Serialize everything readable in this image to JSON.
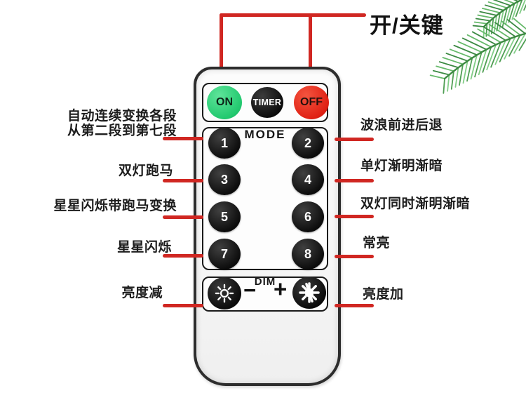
{
  "colors": {
    "annotation_red": "#d02722",
    "on_button_green": "#22c96f",
    "off_button_red": "#e02114",
    "button_black": "#0c0c0c",
    "palm_leaf_green": "#66b96a"
  },
  "header": {
    "power_label": "开/关键"
  },
  "remote": {
    "top_buttons": [
      {
        "label": "ON"
      },
      {
        "label": "TIMER"
      },
      {
        "label": "OFF"
      }
    ],
    "mode_panel": {
      "title": "MODE",
      "buttons": [
        "1",
        "2",
        "3",
        "4",
        "5",
        "6",
        "7",
        "8"
      ]
    },
    "dim_panel": {
      "title": "DIM",
      "minus_label": "−",
      "plus_label": "+",
      "decrease_icon": "sun-dim-icon",
      "increase_icon": "sun-bright-icon"
    }
  },
  "left_callouts": [
    {
      "text": "自动连续变换各段\n从第二段到第七段"
    },
    {
      "text": "双灯跑马"
    },
    {
      "text": "星星闪烁带跑马变换"
    },
    {
      "text": "星星闪烁"
    },
    {
      "text": "亮度减"
    }
  ],
  "right_callouts": [
    {
      "text": "波浪前进后退"
    },
    {
      "text": "单灯渐明渐暗"
    },
    {
      "text": "双灯同时渐明渐暗"
    },
    {
      "text": "常亮"
    },
    {
      "text": "亮度加"
    }
  ]
}
